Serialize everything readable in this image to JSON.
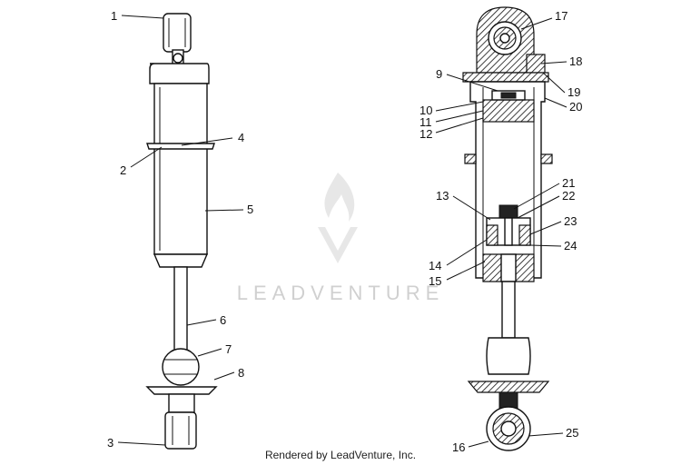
{
  "watermark": {
    "text": "LEADVENTURE"
  },
  "footer": {
    "text": "Rendered by LeadVenture, Inc."
  },
  "callouts": {
    "c1": "1",
    "c2": "2",
    "c3": "3",
    "c4": "4",
    "c5": "5",
    "c6": "6",
    "c7": "7",
    "c8": "8",
    "c9": "9",
    "c10": "10",
    "c11": "11",
    "c12": "12",
    "c13": "13",
    "c14": "14",
    "c15": "15",
    "c16": "16",
    "c17": "17",
    "c18": "18",
    "c19": "19",
    "c20": "20",
    "c21": "21",
    "c22": "22",
    "c23": "23",
    "c24": "24",
    "c25": "25"
  }
}
